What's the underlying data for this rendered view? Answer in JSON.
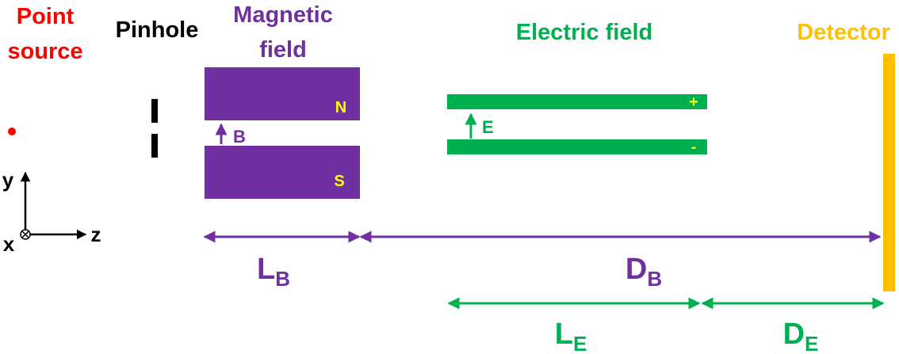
{
  "labels": {
    "point_source_line1": "Point",
    "point_source_line2": "source",
    "pinhole": "Pinhole",
    "magnetic_field_line1": "Magnetic",
    "magnetic_field_line2": "field",
    "electric_field": "Electric field",
    "detector": "Detector",
    "north": "N",
    "south": "S",
    "b_field": "B",
    "e_field": "E",
    "plus": "+",
    "minus": "-",
    "axis_y": "y",
    "axis_x": "x",
    "axis_z": "z"
  },
  "dimensions": {
    "lb_main": "L",
    "lb_sub": "B",
    "db_main": "D",
    "db_sub": "B",
    "le_main": "L",
    "le_sub": "E",
    "de_main": "D",
    "de_sub": "E"
  },
  "colors": {
    "point_source": "#ff0000",
    "pinhole": "#000000",
    "magnetic": "#7030a0",
    "electric": "#00b050",
    "detector": "#ffc000",
    "pole_label": "#ffff00"
  }
}
